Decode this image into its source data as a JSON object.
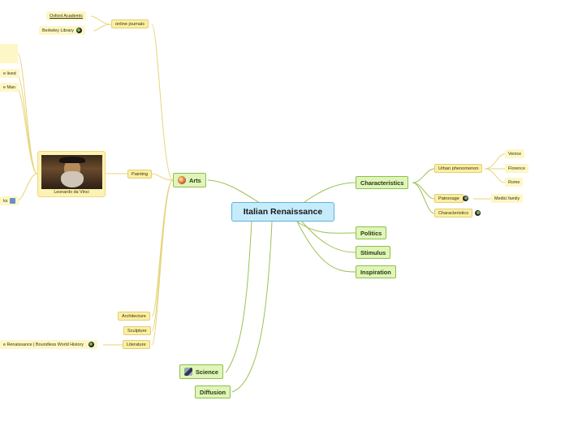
{
  "central": "Italian Renaissance",
  "main": {
    "arts": "Arts",
    "science": "Science",
    "diffusion": "Diffusion",
    "characteristics": "Characteristics",
    "politics": "Politics",
    "stimulus": "Stimulus",
    "inspiration": "Inspiration"
  },
  "arts_children": {
    "online_journals": "online journals",
    "painting": "Painting",
    "architecture": "Architecture",
    "sculpture": "Sculpture",
    "literature": "Literature"
  },
  "journals": {
    "oxford": "Oxford Academic",
    "berkeley": "Berkeley Library"
  },
  "painting": {
    "leonardo": "Leonardo da Vinci",
    "lived": "e lived",
    "man": "e Man",
    "works": "ks"
  },
  "literature": {
    "boundless": "e Renaissance | Boundless World History"
  },
  "char_children": {
    "urban": "Urban phenomenon",
    "patronage": "Patronage",
    "characteristics": "Characteristics"
  },
  "urban_children": {
    "venice": "Venice",
    "florence": "Florence",
    "rome": "Rome"
  },
  "patronage_children": {
    "medici": "Medici family"
  },
  "icons": {
    "globe": "globe-icon",
    "arts": "palette-icon",
    "science": "telescope-icon",
    "image": "image-icon"
  }
}
